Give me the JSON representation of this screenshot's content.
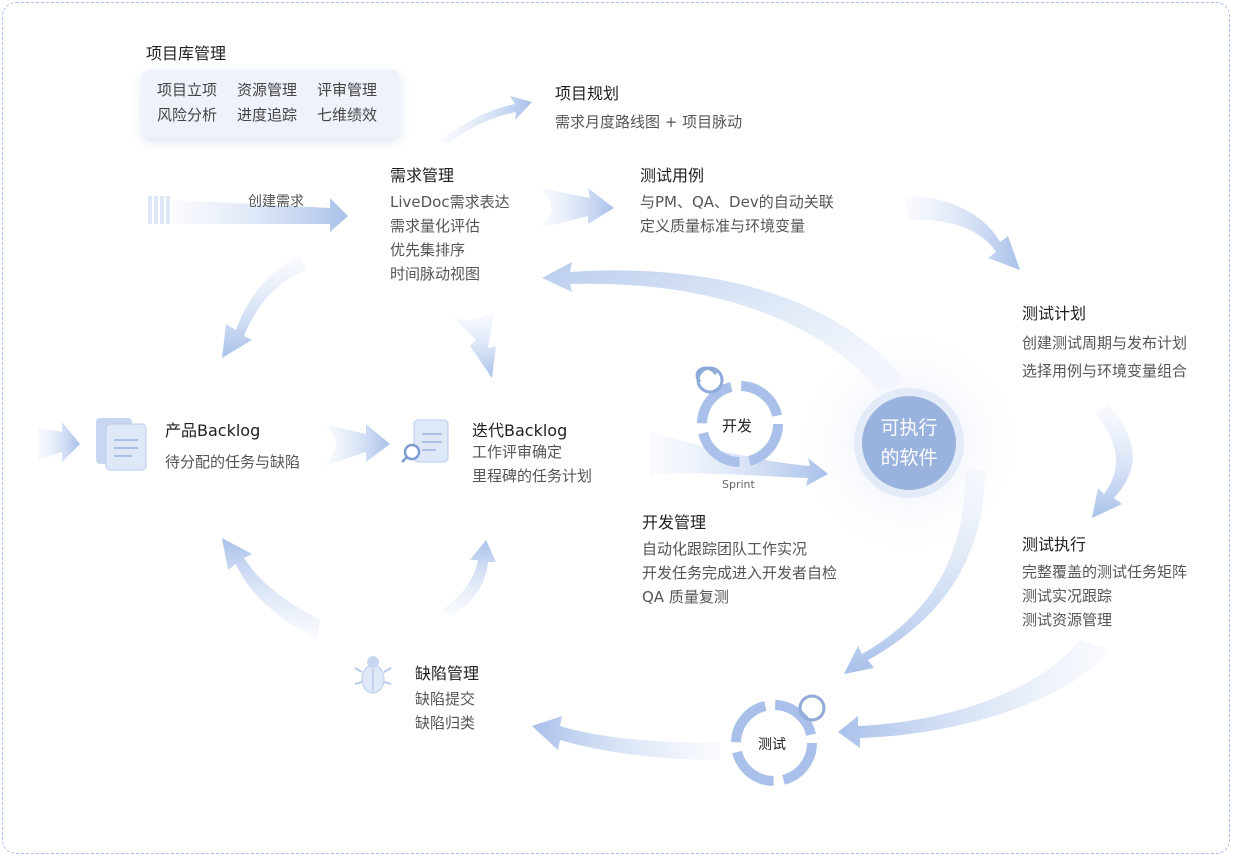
{
  "library": {
    "title": "项目库管理",
    "items": [
      "项目立项",
      "资源管理",
      "评审管理",
      "风险分析",
      "进度追踪",
      "七维绩效"
    ]
  },
  "planning": {
    "title": "项目规划",
    "sub": "需求月度路线图 + 项目脉动"
  },
  "create_req": "创建需求",
  "requirements": {
    "title": "需求管理",
    "lines": [
      "LiveDoc需求表达",
      "需求量化评估",
      "优先集排序",
      "时间脉动视图"
    ]
  },
  "testcase": {
    "title": "测试用例",
    "lines": [
      "与PM、QA、Dev的自动关联",
      "定义质量标准与环境变量"
    ]
  },
  "testplan": {
    "title": "测试计划",
    "lines": [
      "创建测试周期与发布计划",
      "选择用例与环境变量组合"
    ]
  },
  "product_backlog": {
    "title": "产品Backlog",
    "sub": "待分配的任务与缺陷"
  },
  "iteration_backlog": {
    "title": "迭代Backlog",
    "lines": [
      "工作评审确定",
      "里程碑的任务计划"
    ]
  },
  "dev_cycle": {
    "label": "开发",
    "sprint": "Sprint"
  },
  "center": {
    "line1": "可执行",
    "line2": "的软件"
  },
  "dev_mgmt": {
    "title": "开发管理",
    "lines": [
      "自动化跟踪团队工作实况",
      "开发任务完成进入开发者自检",
      "QA 质量复测"
    ]
  },
  "test_exec": {
    "title": "测试执行",
    "lines": [
      "完整覆盖的测试任务矩阵",
      "测试实况跟踪",
      "测试资源管理"
    ]
  },
  "defect": {
    "title": "缺陷管理",
    "lines": [
      "缺陷提交",
      "缺陷归类"
    ]
  },
  "test_cycle": {
    "label": "测试"
  },
  "colors": {
    "arrow": "#b9cdee",
    "accent": "#8eaad9",
    "circle": "#9ab3de"
  }
}
